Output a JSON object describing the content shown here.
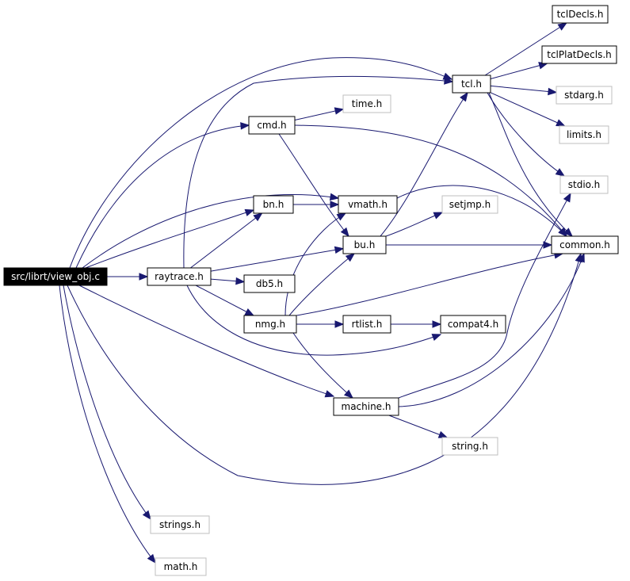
{
  "graph": {
    "colors": {
      "edge": "#191970",
      "root_fill": "#000000",
      "root_text": "#ffffff",
      "node_stroke": "#000000",
      "missing_stroke": "#bfbfbf",
      "node_text": "#000000"
    },
    "nodes": [
      {
        "id": "view_obj",
        "label": "src/librt/view_obj.c",
        "kind": "root"
      },
      {
        "id": "raytrace",
        "label": "raytrace.h",
        "kind": "normal"
      },
      {
        "id": "db5",
        "label": "db5.h",
        "kind": "normal"
      },
      {
        "id": "cmd",
        "label": "cmd.h",
        "kind": "normal"
      },
      {
        "id": "time",
        "label": "time.h",
        "kind": "missing"
      },
      {
        "id": "bn",
        "label": "bn.h",
        "kind": "normal"
      },
      {
        "id": "vmath",
        "label": "vmath.h",
        "kind": "normal"
      },
      {
        "id": "bu",
        "label": "bu.h",
        "kind": "normal"
      },
      {
        "id": "setjmp",
        "label": "setjmp.h",
        "kind": "missing"
      },
      {
        "id": "nmg",
        "label": "nmg.h",
        "kind": "normal"
      },
      {
        "id": "rtlist",
        "label": "rtlist.h",
        "kind": "normal"
      },
      {
        "id": "compat4",
        "label": "compat4.h",
        "kind": "normal"
      },
      {
        "id": "machine",
        "label": "machine.h",
        "kind": "normal"
      },
      {
        "id": "string",
        "label": "string.h",
        "kind": "missing"
      },
      {
        "id": "tcl",
        "label": "tcl.h",
        "kind": "normal"
      },
      {
        "id": "tclDecls",
        "label": "tclDecls.h",
        "kind": "normal"
      },
      {
        "id": "tclPlatDecls",
        "label": "tclPlatDecls.h",
        "kind": "normal"
      },
      {
        "id": "stdarg",
        "label": "stdarg.h",
        "kind": "missing"
      },
      {
        "id": "limits",
        "label": "limits.h",
        "kind": "missing"
      },
      {
        "id": "stdio",
        "label": "stdio.h",
        "kind": "missing"
      },
      {
        "id": "common",
        "label": "common.h",
        "kind": "normal"
      },
      {
        "id": "strings",
        "label": "strings.h",
        "kind": "missing"
      },
      {
        "id": "math",
        "label": "math.h",
        "kind": "missing"
      }
    ],
    "edges": [
      {
        "from": "view_obj",
        "to": "raytrace"
      },
      {
        "from": "view_obj",
        "to": "tcl"
      },
      {
        "from": "view_obj",
        "to": "cmd"
      },
      {
        "from": "view_obj",
        "to": "vmath"
      },
      {
        "from": "view_obj",
        "to": "bn"
      },
      {
        "from": "view_obj",
        "to": "machine"
      },
      {
        "from": "view_obj",
        "to": "common"
      },
      {
        "from": "view_obj",
        "to": "strings"
      },
      {
        "from": "view_obj",
        "to": "math"
      },
      {
        "from": "raytrace",
        "to": "tcl"
      },
      {
        "from": "raytrace",
        "to": "bn"
      },
      {
        "from": "raytrace",
        "to": "bu"
      },
      {
        "from": "raytrace",
        "to": "db5"
      },
      {
        "from": "raytrace",
        "to": "nmg"
      },
      {
        "from": "raytrace",
        "to": "compat4"
      },
      {
        "from": "cmd",
        "to": "time"
      },
      {
        "from": "cmd",
        "to": "bu"
      },
      {
        "from": "cmd",
        "to": "common"
      },
      {
        "from": "bn",
        "to": "vmath"
      },
      {
        "from": "vmath",
        "to": "common"
      },
      {
        "from": "bu",
        "to": "tcl"
      },
      {
        "from": "bu",
        "to": "setjmp"
      },
      {
        "from": "bu",
        "to": "common"
      },
      {
        "from": "nmg",
        "to": "vmath"
      },
      {
        "from": "nmg",
        "to": "bu"
      },
      {
        "from": "nmg",
        "to": "rtlist"
      },
      {
        "from": "nmg",
        "to": "common"
      },
      {
        "from": "nmg",
        "to": "machine"
      },
      {
        "from": "rtlist",
        "to": "compat4"
      },
      {
        "from": "machine",
        "to": "stdio"
      },
      {
        "from": "machine",
        "to": "common"
      },
      {
        "from": "machine",
        "to": "string"
      },
      {
        "from": "tcl",
        "to": "tclDecls"
      },
      {
        "from": "tcl",
        "to": "tclPlatDecls"
      },
      {
        "from": "tcl",
        "to": "stdarg"
      },
      {
        "from": "tcl",
        "to": "limits"
      },
      {
        "from": "tcl",
        "to": "stdio"
      },
      {
        "from": "tcl",
        "to": "common"
      }
    ]
  }
}
